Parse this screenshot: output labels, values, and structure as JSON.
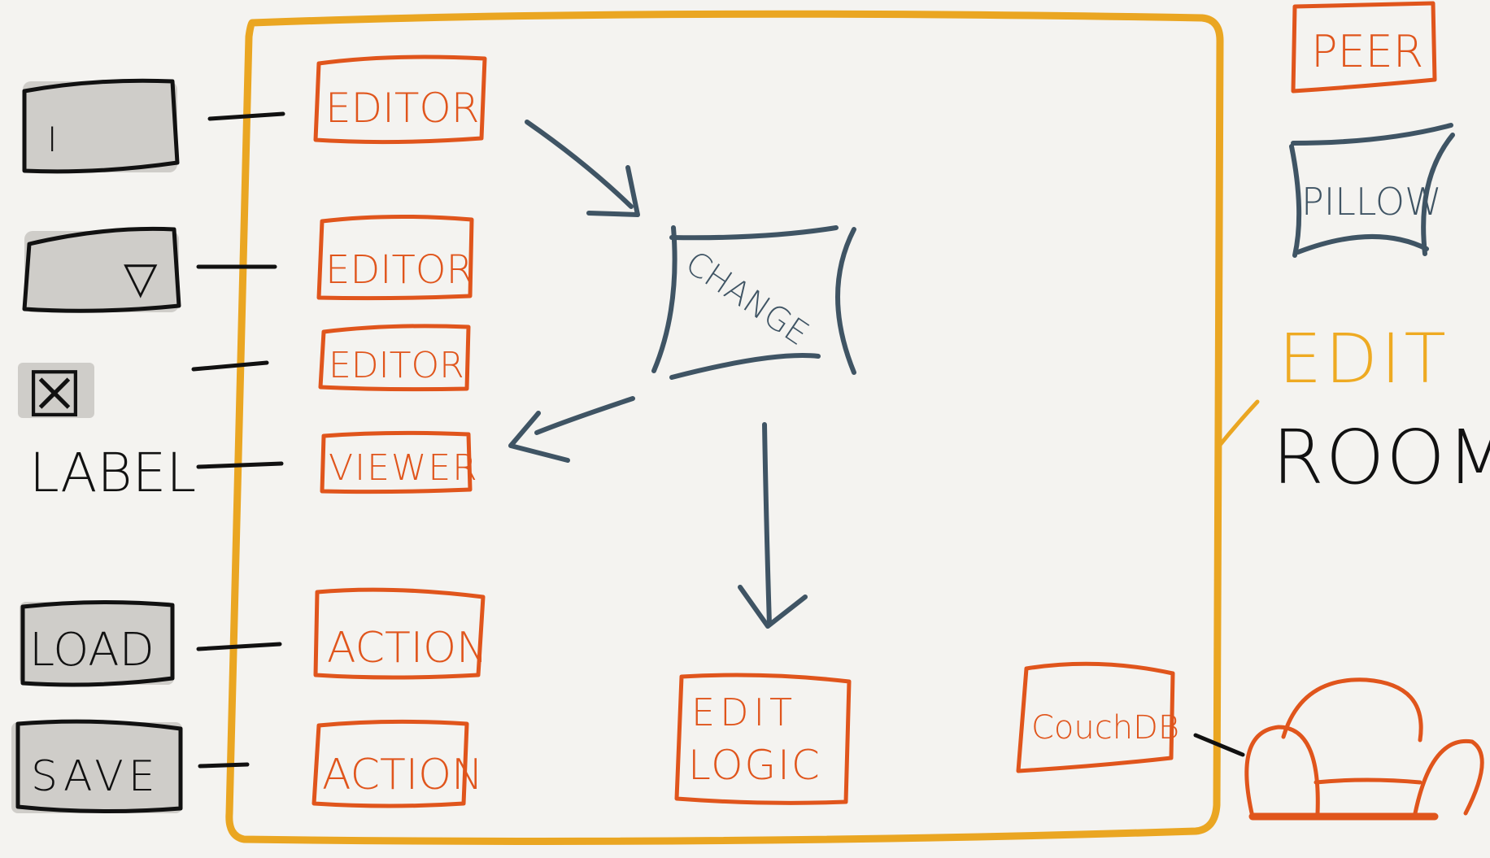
{
  "colors": {
    "background": "#f4f3f0",
    "room_border": "#eaa622",
    "component": "#e0551c",
    "flow": "#3f5464",
    "ink": "#111111",
    "widget_fill": "#cfcdc9",
    "legend_edit": "#eeaa22"
  },
  "widgets": {
    "text_input": "I",
    "dropdown": "▽",
    "checkbox": "☒",
    "label": "LABEL",
    "load_button": "LOAD",
    "save_button": "SAVE"
  },
  "room": {
    "editor_1": "EDITOR",
    "editor_2": "EDITOR",
    "editor_3": "EDITOR",
    "viewer": "VIEWER",
    "action_1": "ACTION",
    "action_2": "ACTION",
    "change": "CHANGE",
    "edit_logic_line1": "EDIT",
    "edit_logic_line2": "LOGIC",
    "couchdb": "CouchDB"
  },
  "legend": {
    "peer": "PEER",
    "pillow": "PILLOW",
    "edit": "EDIT",
    "room": "ROOM"
  },
  "icons": {
    "pillow": "pillow-icon",
    "couch": "couch-icon"
  }
}
